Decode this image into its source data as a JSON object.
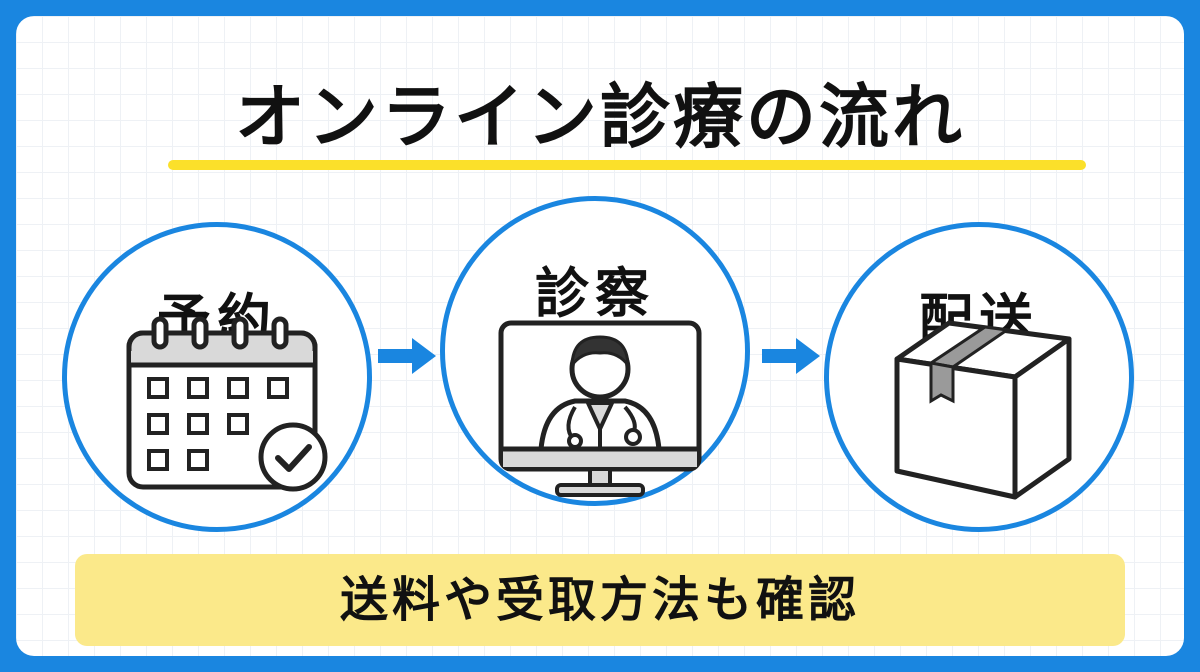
{
  "title": "オンライン診療の流れ",
  "steps": [
    {
      "label": "予約",
      "icon": "calendar-check-icon"
    },
    {
      "label": "診察",
      "icon": "doctor-monitor-icon"
    },
    {
      "label": "配送",
      "icon": "package-box-icon"
    }
  ],
  "note": "送料や受取方法も確認",
  "colors": {
    "accent": "#1a86e0",
    "highlight": "#fbe02a",
    "note_bg": "#fbe98a"
  }
}
